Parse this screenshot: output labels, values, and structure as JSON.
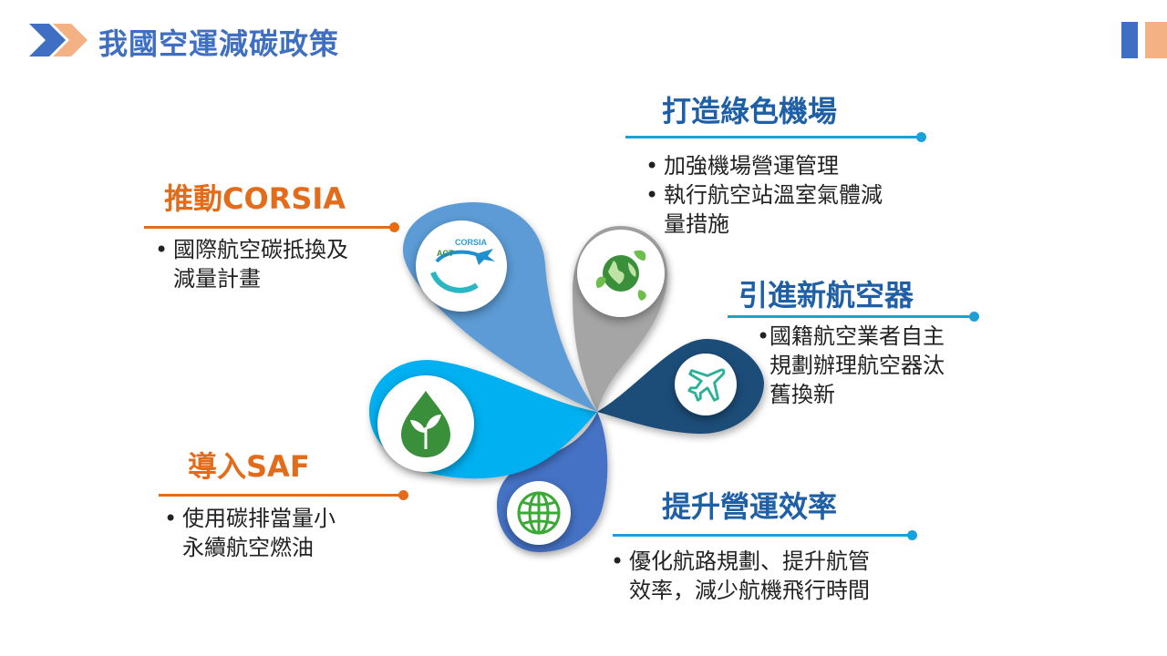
{
  "page": {
    "title": "我國空運減碳政策"
  },
  "colors": {
    "title": "#3f6fc2",
    "orange": "#e36c1b",
    "heading_blue": "#1f5fa6",
    "line_blue": "#1aa1dc",
    "petal_corsia": "#5b9bd5",
    "petal_airport": "#a5a5a5",
    "petal_aircraft": "#1f4e79",
    "petal_saf": "#00b0f0",
    "petal_ops": "#4472c4"
  },
  "sections": {
    "corsia": {
      "heading": "推動CORSIA",
      "bullets": [
        "國際航空碳抵換及\n減量計畫"
      ],
      "icon": "act-corsia-logo",
      "logo_text": "ACT CORSIA"
    },
    "green_airport": {
      "heading": "打造綠色機場",
      "bullets": [
        "加強機場營運管理",
        "執行航空站溫室氣體減\n量措施"
      ],
      "icon": "green-globe-icon"
    },
    "new_aircraft": {
      "heading": "引進新航空器",
      "bullets": [
        "國籍航空業者自主\n規劃辦理航空器汰\n舊換新"
      ],
      "icon": "airplane-icon"
    },
    "saf": {
      "heading": "導入SAF",
      "bullets": [
        "使用碳排當量小\n永續航空燃油"
      ],
      "icon": "leaf-drop-icon"
    },
    "efficiency": {
      "heading": "提升營運效率",
      "bullets": [
        "優化航路規劃、提升航管\n效率，減少航機飛行時間"
      ],
      "icon": "globe-grid-icon"
    }
  }
}
